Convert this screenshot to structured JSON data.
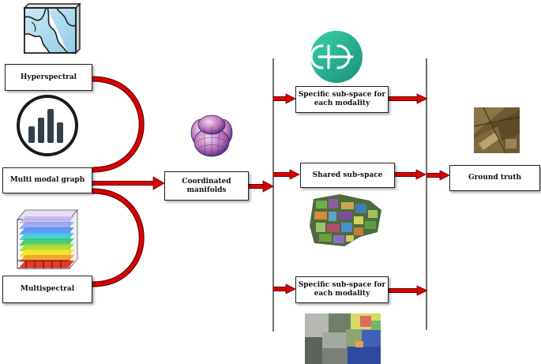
{
  "nodes": {
    "hyperspectral": "Hyperspectral",
    "multi_modal_graph": "Multi modal graph",
    "multispectral": "Multispectral",
    "coordinated_manifolds": "Coordinated manifolds",
    "specific_top": "Specific sub-space for each modality",
    "shared": "Shared sub-space",
    "specific_bottom": "Specific sub-space for each modality",
    "ground_truth": "Ground truth"
  },
  "icons": {
    "hyperspectral": "hyperspectral-map-icon",
    "graph": "bar-graph-icon",
    "multispectral": "multispectral-cube-icon",
    "manifold": "manifold-sphere-icon",
    "subspace": "subspace-logo-icon"
  },
  "colors": {
    "arrow": "#dd0000",
    "connector": "#dd0000",
    "box_border": "#222222"
  }
}
